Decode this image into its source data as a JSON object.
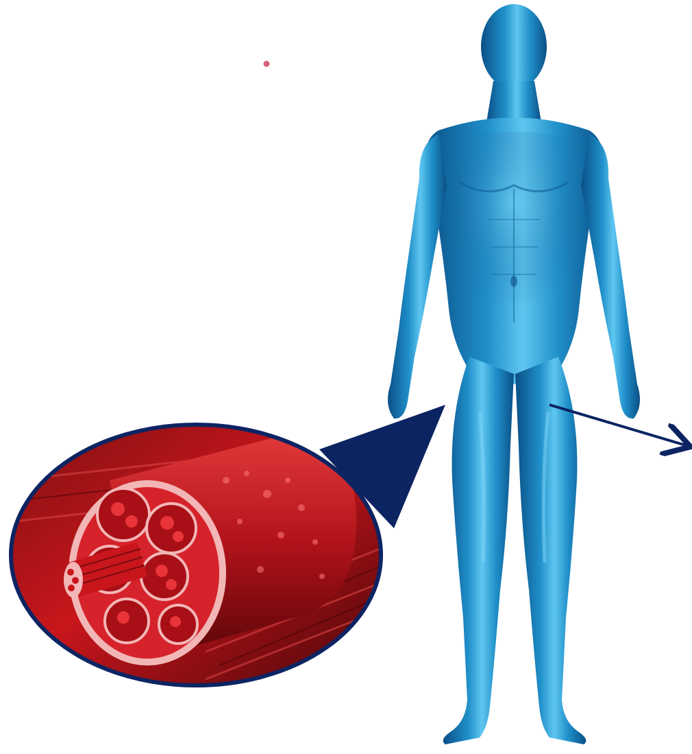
{
  "image": {
    "subject": "muscle-anatomy-illustration",
    "figure": "human-body-figure",
    "inset": "muscle-fiber-cross-section"
  },
  "colors": {
    "body_light": "#5ec6f0",
    "body_mid": "#1f8fc9",
    "body_dark": "#0b4f86",
    "muscle_light": "#f06a6a",
    "muscle_mid": "#c8161c",
    "muscle_dark": "#5a0608",
    "fascicle_sheath": "#f2b6b6",
    "callout_navy": "#0c2462",
    "dot": "#d9607a"
  },
  "icons": {
    "arrow": "arrow-right-icon",
    "dot": "dot-marker-icon"
  }
}
